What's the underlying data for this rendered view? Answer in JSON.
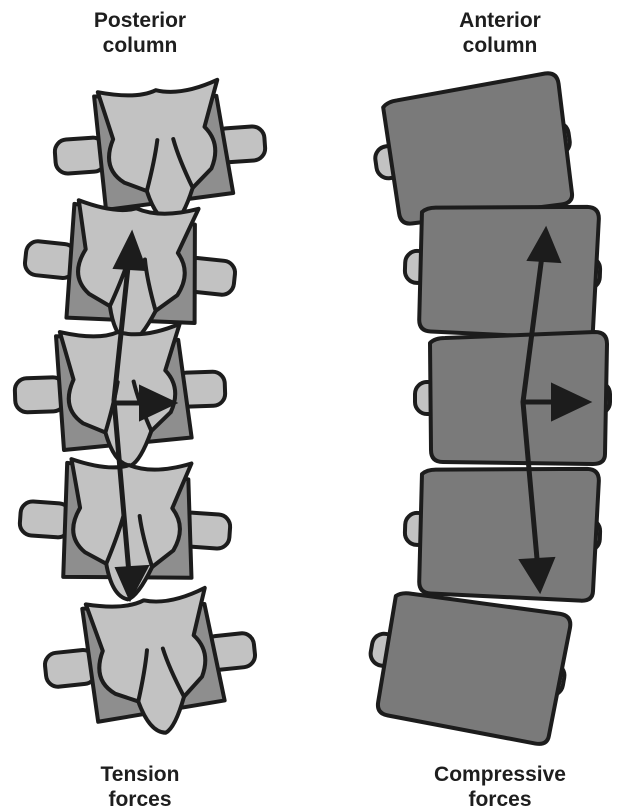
{
  "labels": {
    "posterior": [
      "Posterior",
      "column"
    ],
    "anterior": [
      "Anterior",
      "column"
    ],
    "tension": [
      "Tension",
      "forces"
    ],
    "compressive": [
      "Compressive",
      "forces"
    ]
  },
  "colors": {
    "outline": "#1c1c1c",
    "bone_light": "#c2c2c2",
    "bone_shadow": "#8e8e8e",
    "vertebral_body": "#7a7a7a",
    "arrow": "#1c1c1c"
  },
  "icons": {
    "force_arrow": "arrow-icon"
  }
}
